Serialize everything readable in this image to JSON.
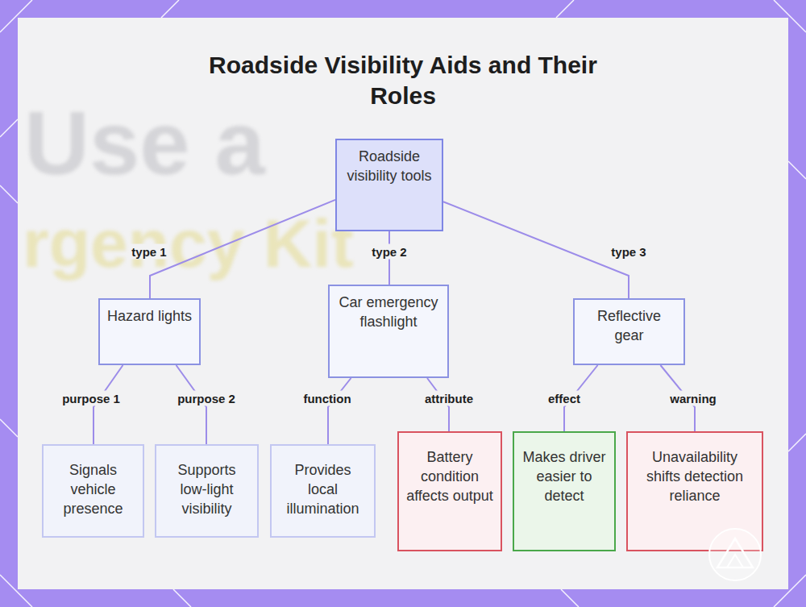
{
  "diagram": {
    "title": "Roadside Visibility Aids and Their Roles",
    "nodes": [
      {
        "text": [
          "Roadside visibility tools"
        ]
      },
      {
        "text": [
          "Hazard lights"
        ]
      },
      {
        "text": [
          "Car emergency flashlight"
        ]
      },
      {
        "text": [
          "Reflective gear"
        ]
      },
      {
        "text": [
          "Signals vehicle presence"
        ]
      },
      {
        "text": [
          "Supports low-light visibility"
        ]
      },
      {
        "text": [
          "Provides local illumination"
        ]
      },
      {
        "text": [
          "Battery condition affects output"
        ]
      },
      {
        "text": [
          "Makes driver easier to detect"
        ]
      },
      {
        "text": [
          "Unavailability shifts detection reliance"
        ]
      }
    ],
    "edges": [
      {
        "from": 0,
        "to": 1,
        "label": "type 1",
        "arrow": "none"
      },
      {
        "from": 0,
        "to": 2,
        "label": "type 2",
        "arrow": "none"
      },
      {
        "from": 0,
        "to": 3,
        "label": "type 3",
        "arrow": "none"
      },
      {
        "from": 1,
        "to": 4,
        "label": "purpose 1",
        "arrow": "none"
      },
      {
        "from": 1,
        "to": 5,
        "label": "purpose 2",
        "arrow": "none"
      },
      {
        "from": 2,
        "to": 6,
        "label": "function",
        "arrow": "none"
      },
      {
        "from": 2,
        "to": 7,
        "label": "attribute",
        "arrow": "none"
      },
      {
        "from": 3,
        "to": 8,
        "label": "effect",
        "arrow": "none"
      },
      {
        "from": 3,
        "to": 9,
        "label": "warning",
        "arrow": "none"
      }
    ],
    "labels": [
      "Use a",
      "rgency Kit"
    ]
  }
}
